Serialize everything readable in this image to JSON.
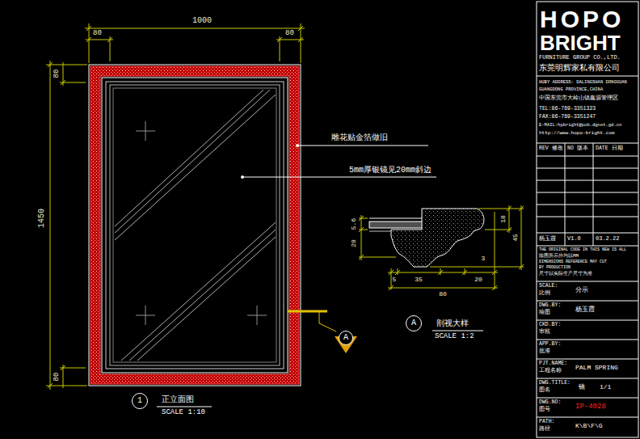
{
  "diagram": {
    "nodes": [
      {
        "text": [
          "A"
        ]
      },
      {
        "text": [
          "A"
        ]
      },
      {
        "text": [
          "1"
        ]
      }
    ],
    "labels": [
      "1000",
      "80",
      "80",
      "1450",
      "80",
      "80",
      "雕花贴金箔做旧",
      "5mm厚银镜见20mm斜边",
      "5.6",
      "20",
      "18",
      "45",
      "5",
      "35",
      "20",
      "3",
      "80",
      "剖视大样",
      "SCALE 1:2",
      "正立面图",
      "SCALE 1:10",
      "HOPO",
      "BRIGHT",
      "FURNITURE GROUP CO.,LTD.",
      "东莞明辉家私有限公司",
      "HUBY ADDRESS: DALINGSHAN DONGGUAN",
      "GUANGDONG PROVINCE,CHINA",
      "中国东莞市大岭山镇鑫源管理区",
      "TEL:86-769-3351323",
      "FAX:86-769-3351247",
      "E-MAIL:hpbright@pub.dgnet.gd.cn",
      "http://www.hopo-bright.com",
      "REV 修改",
      "NO 版本",
      "DATE 日期",
      "杨玉霞",
      "V1.0",
      "03.2.22",
      "THE ORIGINAL CODE IN THIS NEW IS ALL",
      "除图所示外均以MM",
      "DIMENSIONS REFERENCE MAY CUT",
      "BY PRODUCTION",
      "尺寸以实际生产尺寸为准",
      "SCALE:",
      "比例",
      "分示",
      "DWG.BY:",
      "绘图",
      "杨玉霞",
      "CKD.BY:",
      "审核",
      "APP.BY:",
      "批准",
      "PJT.NAME:",
      "工程名称",
      "PALM SPRING",
      "DWG.TITLE:",
      "图名",
      "镜",
      "1/1",
      "DWG.NO:",
      "图号",
      "IP-4028",
      "PATH:",
      "路径",
      "K\\B\\F\\G"
    ]
  }
}
